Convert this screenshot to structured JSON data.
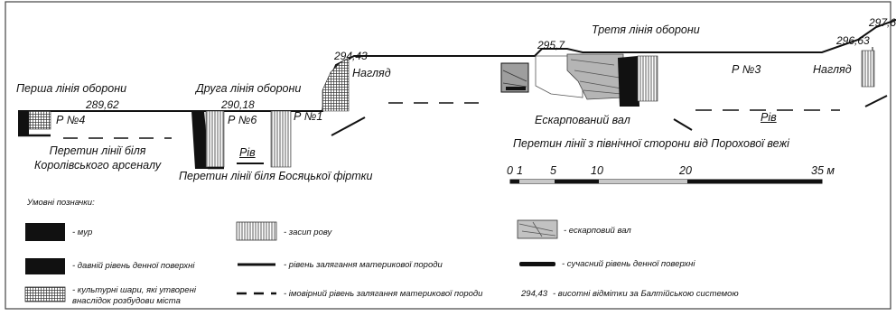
{
  "labels": {
    "line1": "Перша лінія оборони",
    "line2": "Друга лінія оборони",
    "line3": "Третя лінія оборони",
    "p4": "Р №4",
    "p6": "Р №6",
    "p1": "Р №1",
    "p3": "Р №3",
    "nahliad1": "Нагляд",
    "nahliad2": "Нагляд",
    "eskarp": "Ескарпований вал",
    "riv1": "Рів",
    "riv2": "Рів",
    "section1": "Перетин лінії біля\nКоролівського арсеналу",
    "section2": "Перетин лінії біля Босяцької фіртки",
    "section3": "Перетин лінії з північної сторони від Порохової вежі"
  },
  "elevations": {
    "e1": "289,62",
    "e2": "290,18",
    "e3": "294,43",
    "e4": "295,7",
    "e5": "296,63",
    "e6": "297,6"
  },
  "scale": {
    "ticks": [
      "0",
      "1",
      "5",
      "10",
      "20",
      "35 м"
    ]
  },
  "legend": {
    "title": "Умовні позначки:",
    "items": {
      "wall": "- мур",
      "old_surface": "- давній рівень денної поверхні",
      "cultural": "- культурні шари, які утворені\nвнаслідок розбудови міста",
      "fill": "- засип рову",
      "bedrock": "- рівень залягання материкової породи",
      "probable_bedrock": "- імовірний рівень залягання материкової породи",
      "rampart": "- ескарповий вал",
      "modern_surface": "- сучасний рівень денної поверхні",
      "elev_example": "294,43",
      "elev_desc": "- висотні відмітки за Балтійською системою"
    }
  },
  "colors": {
    "ink": "#111111",
    "frame": "#444444",
    "rampart_fill": "#bdbdbd"
  }
}
